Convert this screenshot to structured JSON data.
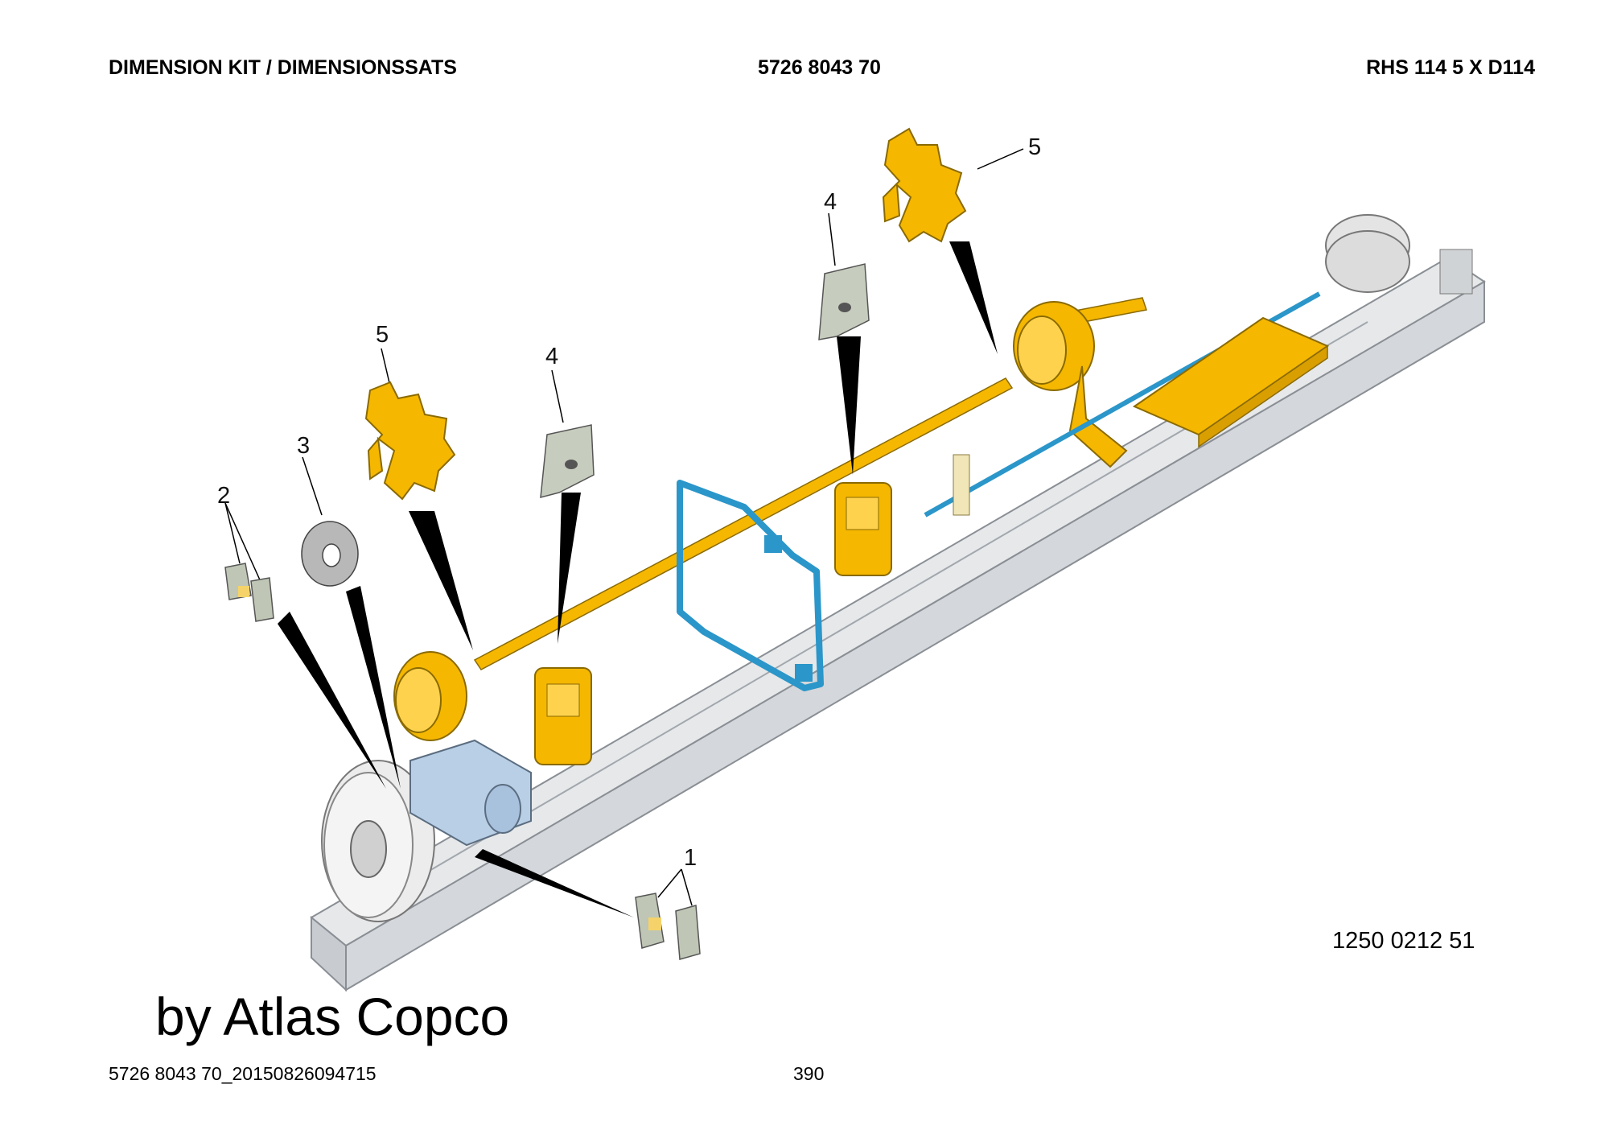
{
  "header": {
    "left": "DIMENSION KIT / DIMENSIONSSATS",
    "center": "5726 8043 70",
    "right": "RHS 114 5 X D114"
  },
  "diagram": {
    "callouts": [
      "1",
      "2",
      "3",
      "4",
      "4",
      "5",
      "5"
    ],
    "drawing_number": "1250 0212 51",
    "colors": {
      "kit_parts": "#f5b700",
      "hydraulic": "#2b96c9",
      "beam": "#e6e8ea",
      "valve_block": "#b9cfe6",
      "wear_pad": "#bfc6b5"
    }
  },
  "brand": "by Atlas Copco",
  "footer": {
    "file_id": "5726 8043 70_20150826094715",
    "page": "390"
  }
}
